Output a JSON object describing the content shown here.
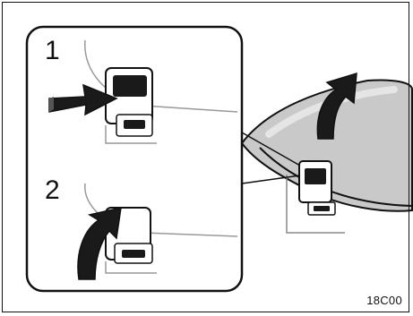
{
  "figure": {
    "steps": [
      {
        "label": "1"
      },
      {
        "label": "2"
      }
    ],
    "code": "18C00"
  }
}
